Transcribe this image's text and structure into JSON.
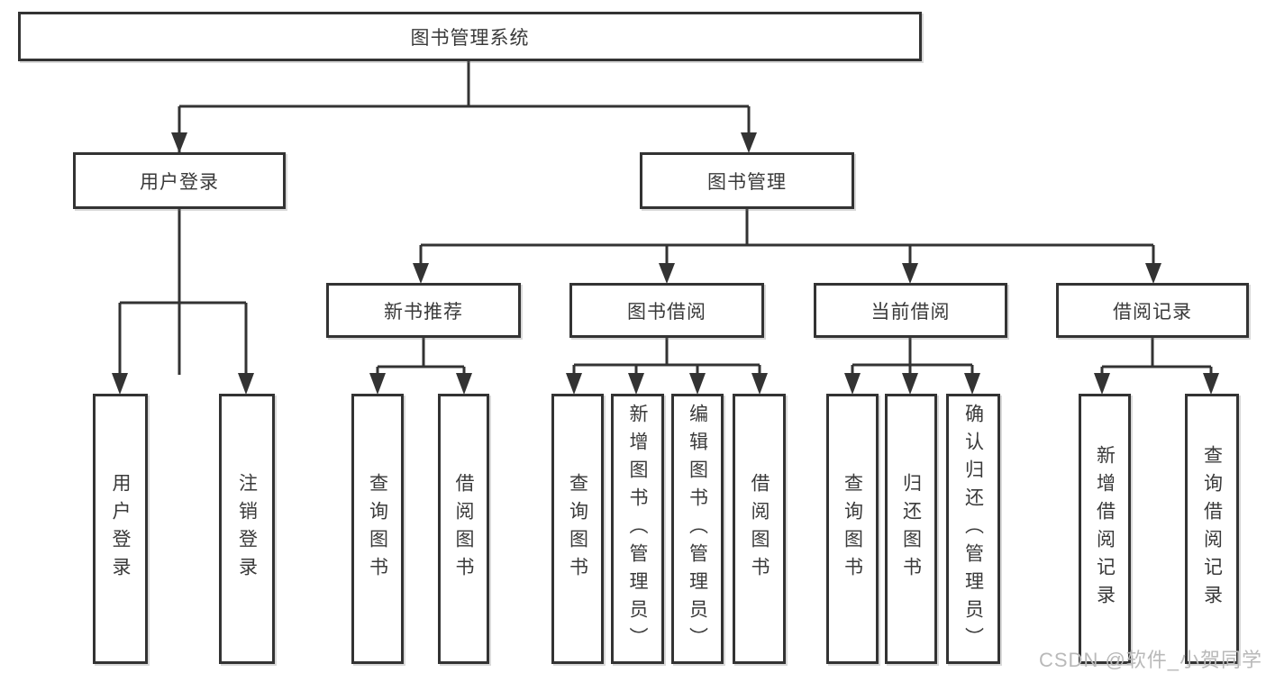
{
  "tree": {
    "label": "图书管理系统",
    "children": [
      {
        "label": "用户登录",
        "children": [
          {
            "label": "用户登录"
          },
          {
            "label": "注销登录"
          }
        ]
      },
      {
        "label": "图书管理",
        "children": [
          {
            "label": "新书推荐",
            "children": [
              {
                "label": "查询图书"
              },
              {
                "label": "借阅图书"
              }
            ]
          },
          {
            "label": "图书借阅",
            "children": [
              {
                "label": "查询图书"
              },
              {
                "label": "新增图书（管理员）"
              },
              {
                "label": "编辑图书（管理员）"
              },
              {
                "label": "借阅图书"
              }
            ]
          },
          {
            "label": "当前借阅",
            "children": [
              {
                "label": "查询图书"
              },
              {
                "label": "归还图书"
              },
              {
                "label": "确认归还（管理员）"
              }
            ]
          },
          {
            "label": "借阅记录",
            "children": [
              {
                "label": "新增借阅记录"
              },
              {
                "label": "查询借阅记录"
              }
            ]
          }
        ]
      }
    ]
  },
  "colors": {
    "line": "#333333",
    "border": "#333333",
    "text": "#3a3a3a",
    "watermark": "#b9b9b9"
  },
  "watermark": "CSDN @软件_小贺同学"
}
